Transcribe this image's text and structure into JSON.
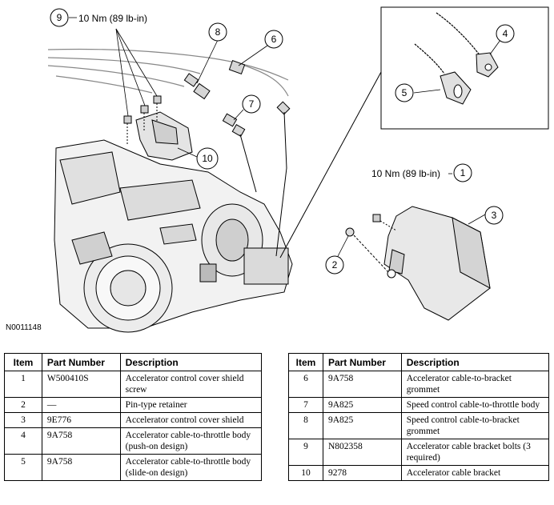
{
  "diagram": {
    "figure_id": "N0011148",
    "torque_callout_top": "10 Nm (89 lb-in)",
    "torque_callout_right": "10 Nm (89 lb-in)",
    "callouts": [
      "1",
      "2",
      "3",
      "4",
      "5",
      "6",
      "7",
      "8",
      "9",
      "10"
    ]
  },
  "tables": {
    "headers": {
      "item": "Item",
      "part_number": "Part Number",
      "description": "Description"
    },
    "left": [
      {
        "item": "1",
        "part_number": "W500410S",
        "description": "Accelerator control cover shield screw"
      },
      {
        "item": "2",
        "part_number": "—",
        "description": "Pin-type retainer"
      },
      {
        "item": "3",
        "part_number": "9E776",
        "description": "Accelerator control cover shield"
      },
      {
        "item": "4",
        "part_number": "9A758",
        "description": "Accelerator cable-to-throttle body (push-on design)"
      },
      {
        "item": "5",
        "part_number": "9A758",
        "description": "Accelerator cable-to-throttle body (slide-on design)"
      }
    ],
    "right": [
      {
        "item": "6",
        "part_number": "9A758",
        "description": "Accelerator cable-to-bracket grommet"
      },
      {
        "item": "7",
        "part_number": "9A825",
        "description": "Speed control cable-to-throttle body"
      },
      {
        "item": "8",
        "part_number": "9A825",
        "description": "Speed control cable-to-bracket grommet"
      },
      {
        "item": "9",
        "part_number": "N802358",
        "description": "Accelerator cable bracket bolts (3 required)"
      },
      {
        "item": "10",
        "part_number": "9278",
        "description": "Accelerator cable bracket"
      }
    ]
  }
}
